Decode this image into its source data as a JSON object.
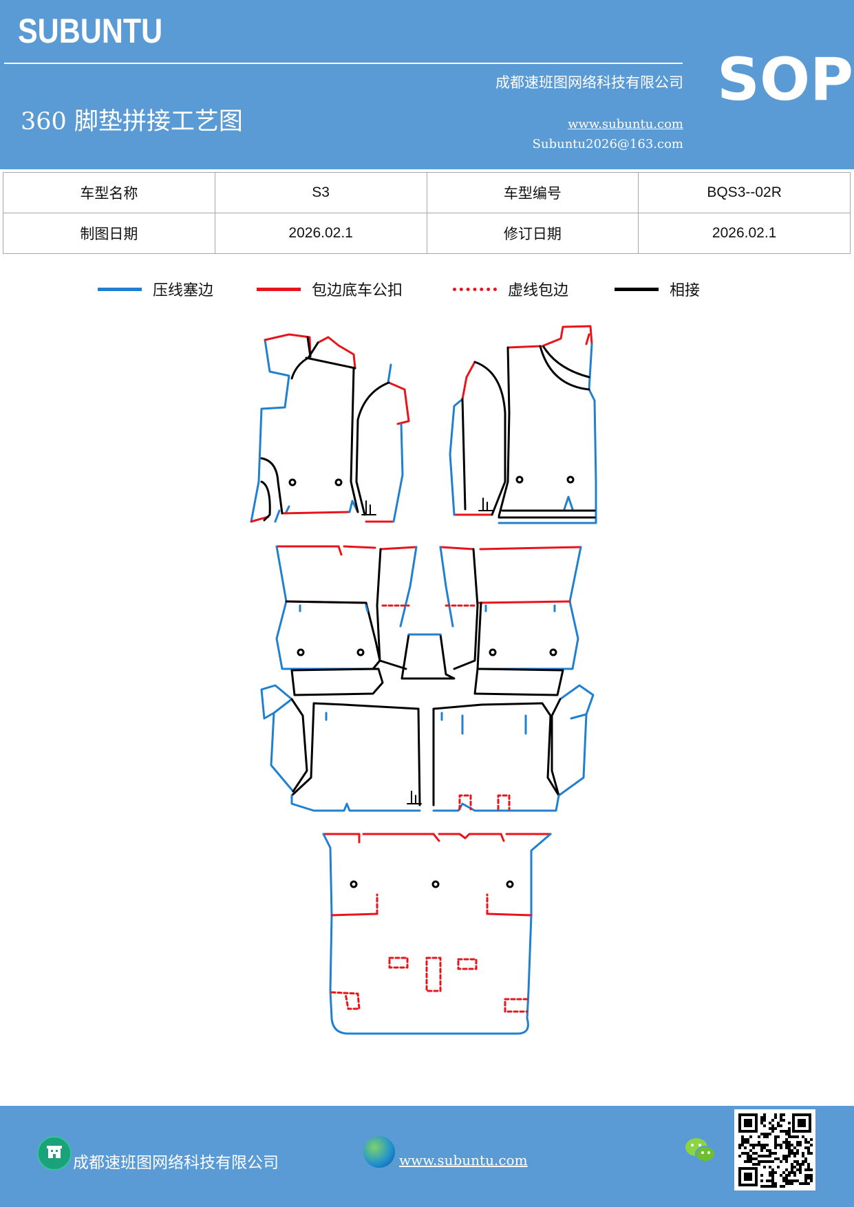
{
  "header": {
    "brand": "SUBUNTU",
    "company": "成都速班图网络科技有限公司",
    "title": "360 脚垫拼接工艺图",
    "website": "www.subuntu.com",
    "email": "Subuntu2026@163.com",
    "badge": "SOP"
  },
  "info_table": {
    "row1": {
      "label1": "车型名称",
      "value1": "S3",
      "label2": "车型编号",
      "value2": "BQS3--02R"
    },
    "row2": {
      "label1": "制图日期",
      "value1": "2026.02.1",
      "label2": "修订日期",
      "value2": "2026.02.1"
    }
  },
  "legend": [
    {
      "label": "压线塞边",
      "color": "#1f7fd1",
      "style": "solid"
    },
    {
      "label": "包边底车公扣",
      "color": "#e8141b",
      "style": "solid"
    },
    {
      "label": "虚线包边",
      "color": "#e8141b",
      "style": "dashed"
    },
    {
      "label": "相接",
      "color": "#000000",
      "style": "solid"
    }
  ],
  "colors": {
    "header_bg": "#5b9bd5",
    "blue_line": "#1f7fd1",
    "red_line": "#e8141b",
    "black_line": "#000000"
  },
  "footer": {
    "company": "成都速班图网络科技有限公司",
    "website": "www.subuntu.com",
    "icons": [
      "building-icon",
      "globe-icon",
      "wechat-icon",
      "qr-code"
    ]
  }
}
